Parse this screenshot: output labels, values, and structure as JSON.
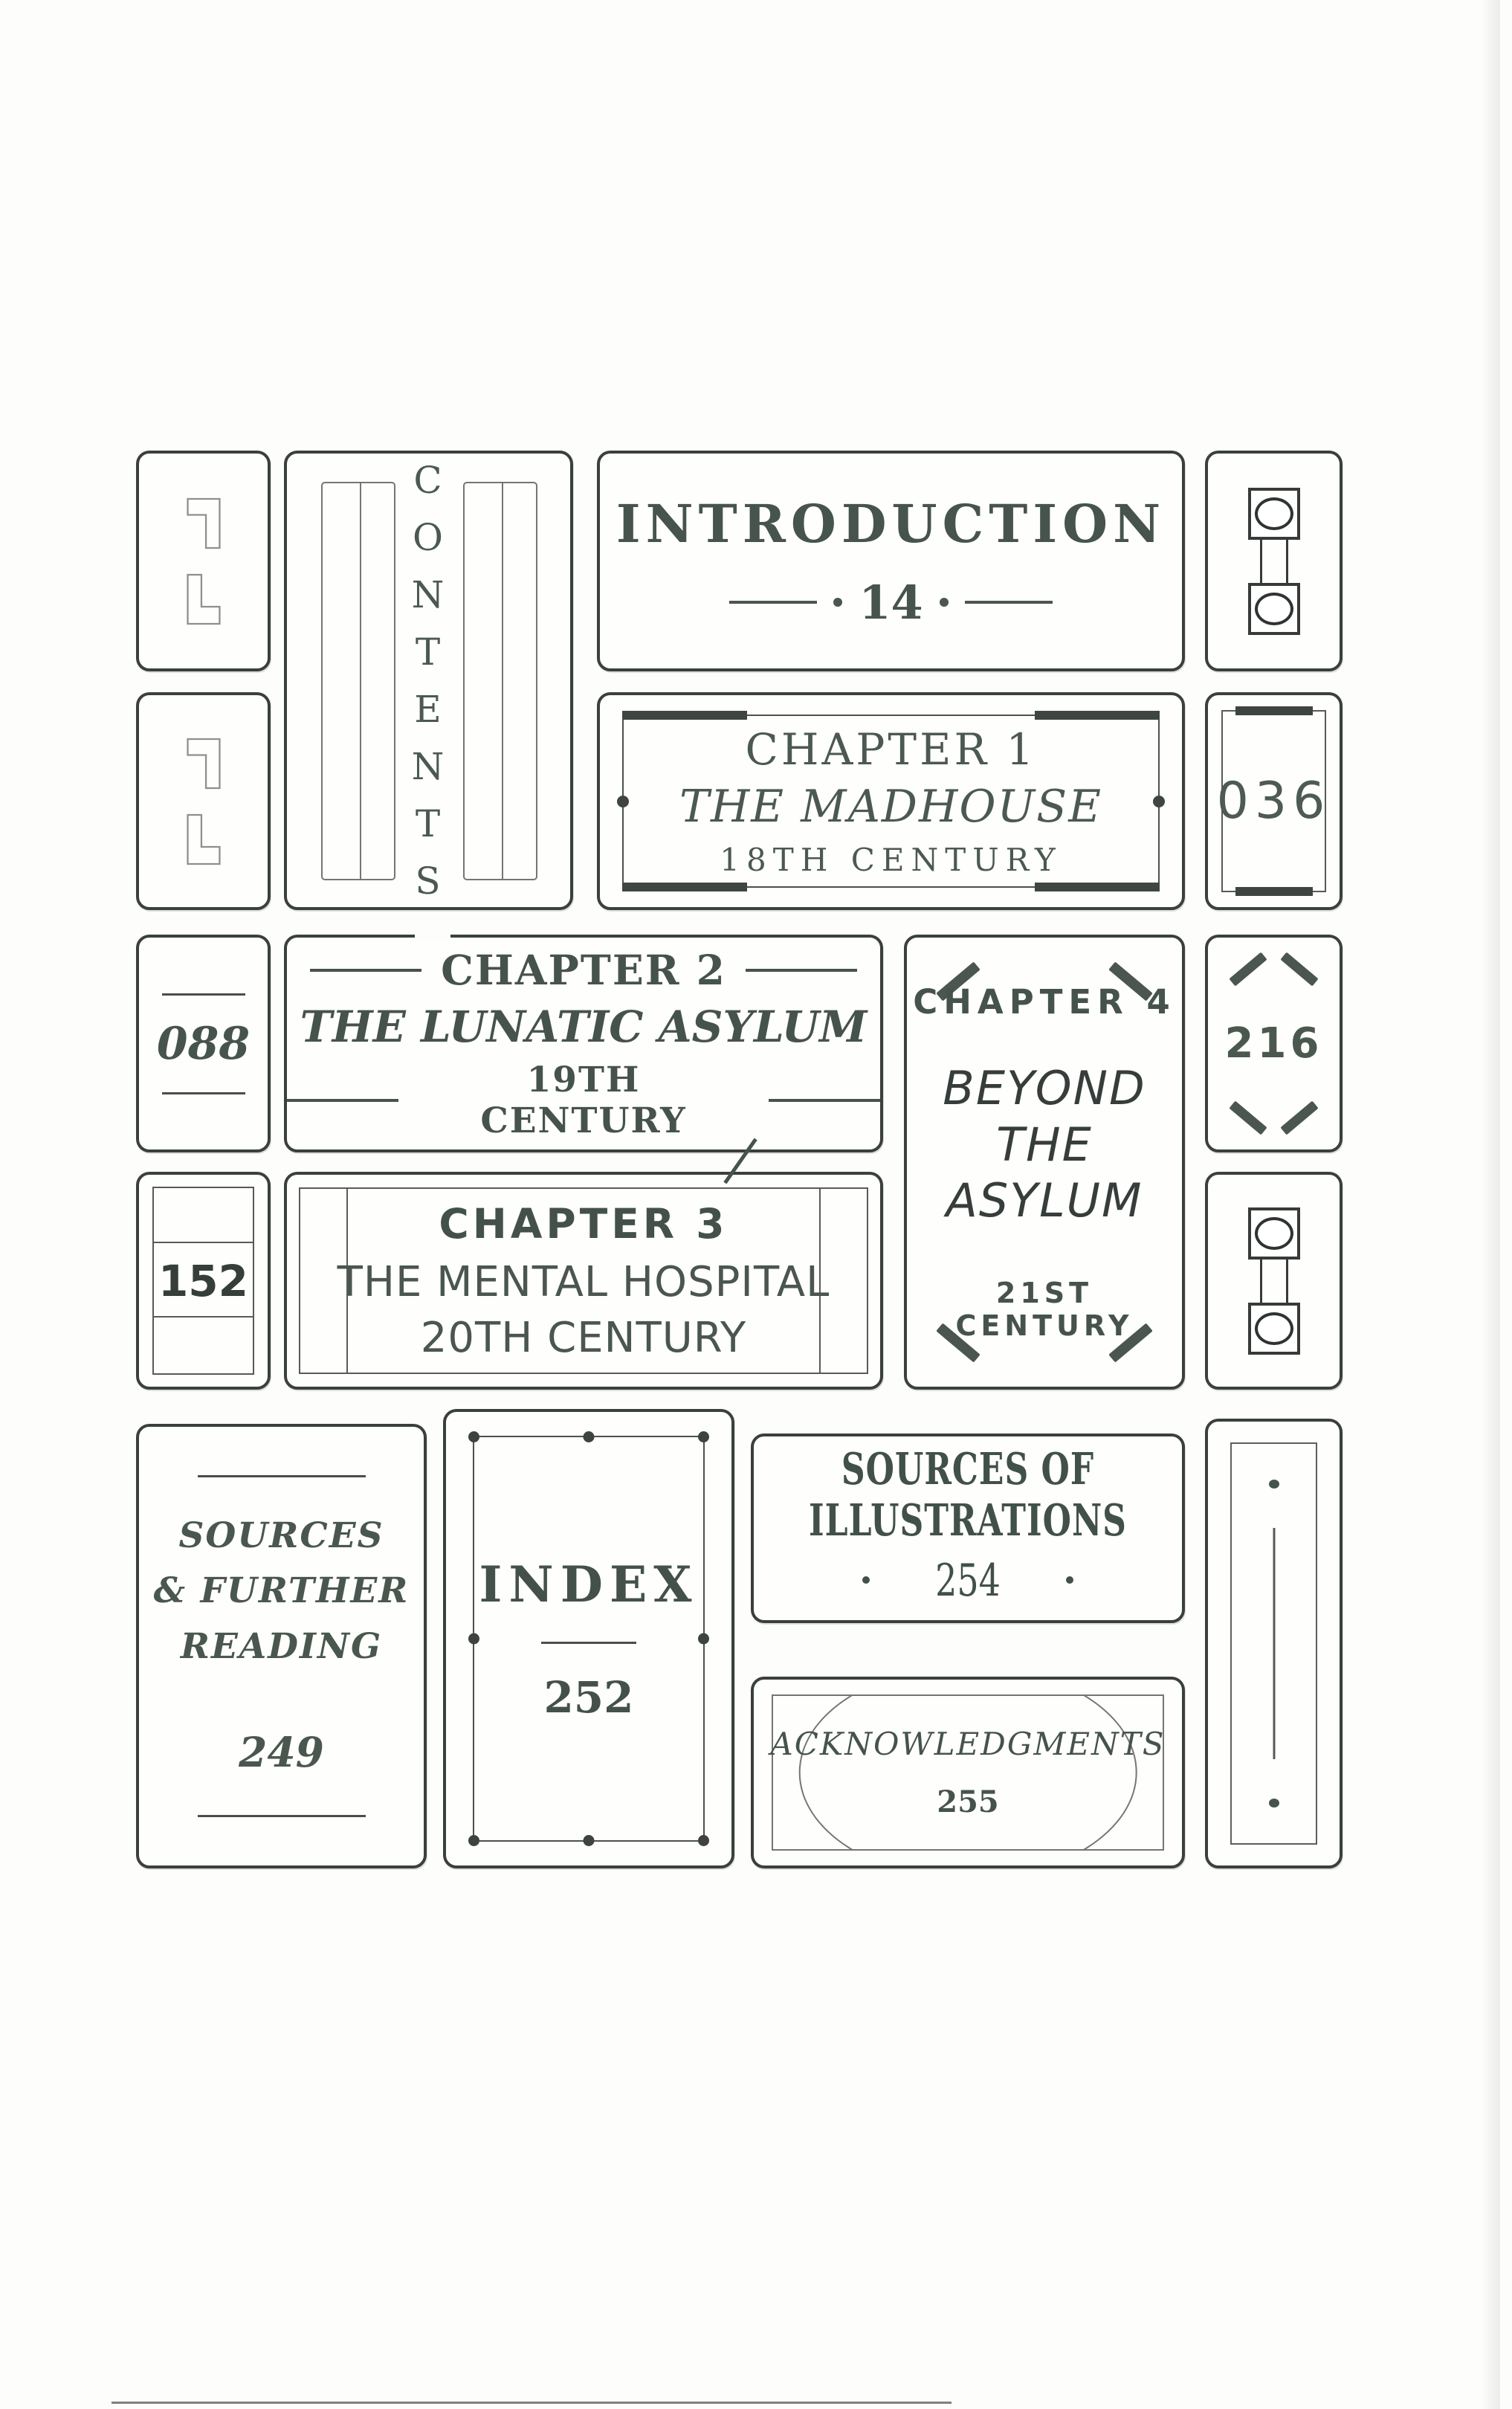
{
  "colors": {
    "ink": "#3a403c",
    "slate": "#4b5951",
    "decor_gray": "#8f8f8f"
  },
  "contents": {
    "letters": [
      "C",
      "O",
      "N",
      "T",
      "E",
      "N",
      "T",
      "S"
    ]
  },
  "introduction": {
    "title": "INTRODUCTION",
    "page": "14"
  },
  "chapter1": {
    "label": "CHAPTER 1",
    "title": "THE MADHOUSE",
    "era": "18TH CENTURY",
    "page": "036"
  },
  "chapter2": {
    "label": "CHAPTER 2",
    "title": "THE LUNATIC ASYLUM",
    "era": "19TH CENTURY",
    "page": "088"
  },
  "chapter3": {
    "label": "CHAPTER 3",
    "title": "THE MENTAL HOSPITAL",
    "era": "20TH CENTURY",
    "page": "152"
  },
  "chapter4": {
    "label": "CHAPTER 4",
    "title_lines": [
      "BEYOND",
      "THE",
      "ASYLUM"
    ],
    "era": "21ST CENTURY",
    "page": "216"
  },
  "sources_further_reading": {
    "lines": [
      "SOURCES",
      "& FURTHER",
      "READING"
    ],
    "page": "249"
  },
  "index": {
    "title": "INDEX",
    "page": "252"
  },
  "sources_of_illustrations": {
    "title": "SOURCES OF ILLUSTRATIONS",
    "page": "254"
  },
  "acknowledgments": {
    "title": "ACKNOWLEDGMENTS",
    "page": "255"
  }
}
